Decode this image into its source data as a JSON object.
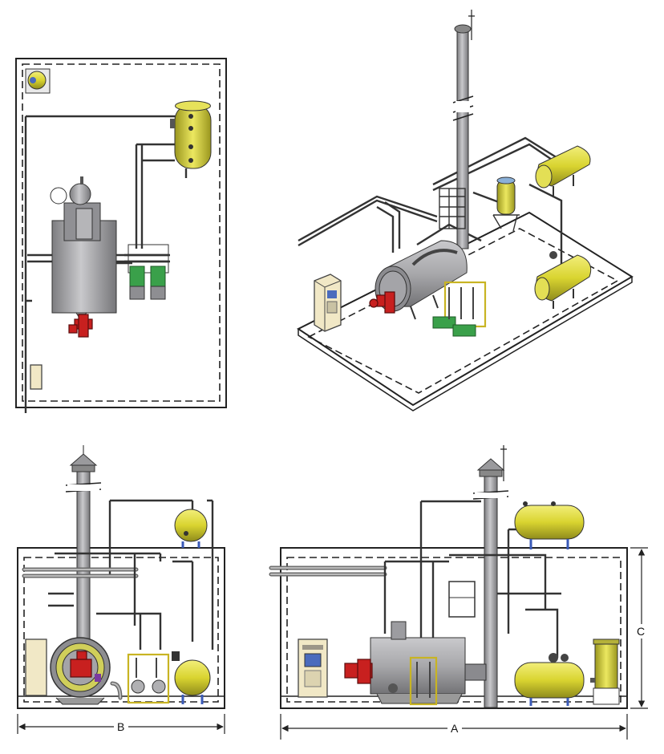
{
  "dimensions": {
    "width_label": "A",
    "depth_label": "B",
    "height_label": "C"
  },
  "colors": {
    "tank": "#d9d430",
    "boiler_body": "#a7a7aa",
    "burner": "#c8201f",
    "pump": "#3aa04a",
    "control_cabinet": "#f1e8c6"
  },
  "views": [
    "top-view",
    "isometric-view",
    "side-view",
    "front-view"
  ]
}
